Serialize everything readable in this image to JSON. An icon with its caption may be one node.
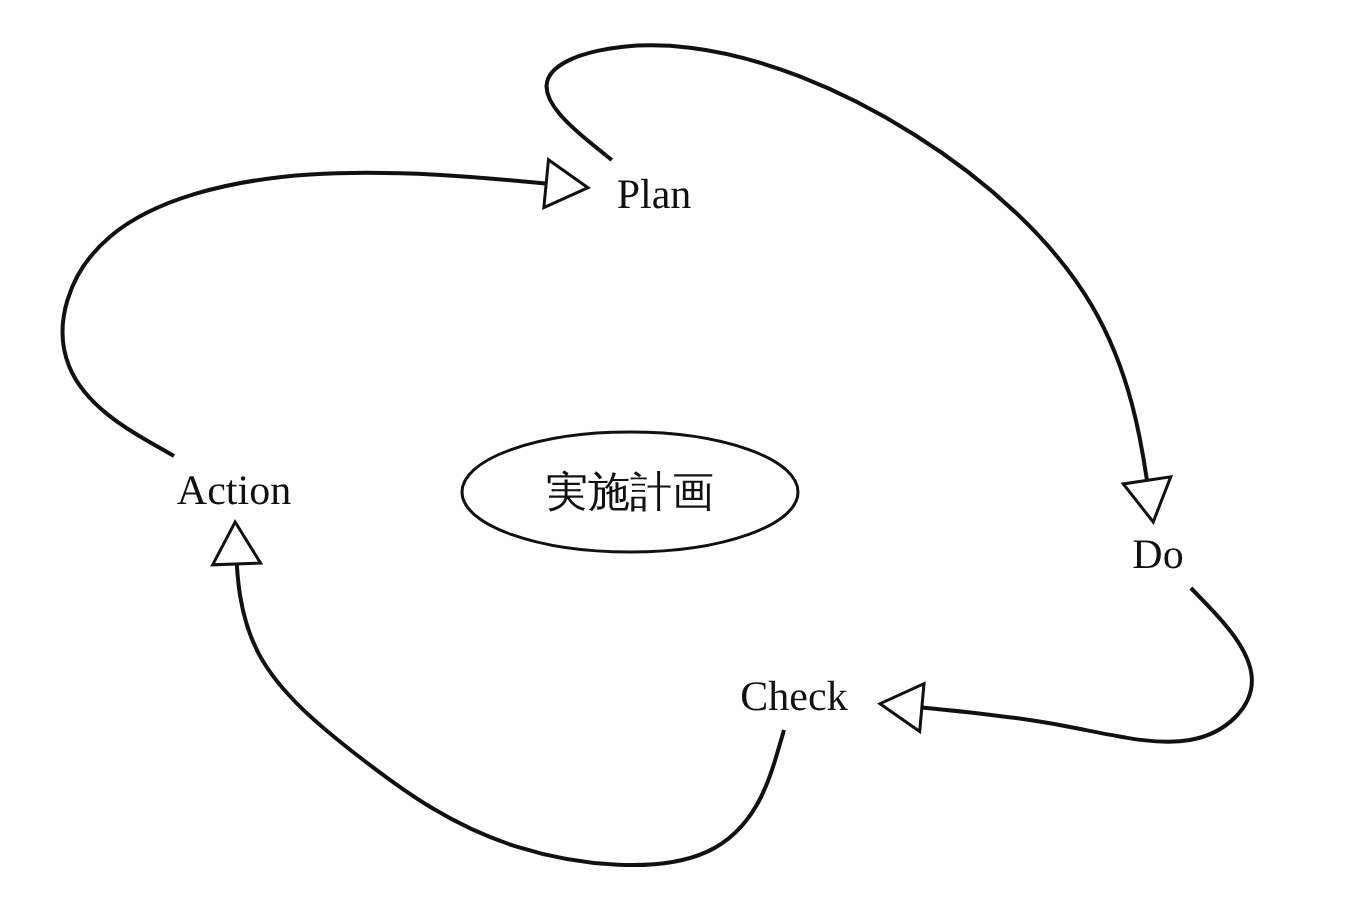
{
  "diagram": {
    "nodes": [
      {
        "text": [
          "Plan"
        ]
      },
      {
        "text": [
          "Do"
        ]
      },
      {
        "text": [
          "Check"
        ]
      },
      {
        "text": [
          "Action"
        ]
      },
      {
        "text": [
          "実施計画"
        ]
      }
    ],
    "edges": [
      {
        "from": 0,
        "to": 1,
        "arrow": "to"
      },
      {
        "from": 1,
        "to": 2,
        "arrow": "to"
      },
      {
        "from": 2,
        "to": 3,
        "arrow": "to"
      },
      {
        "from": 3,
        "to": 0,
        "arrow": "to"
      }
    ]
  }
}
